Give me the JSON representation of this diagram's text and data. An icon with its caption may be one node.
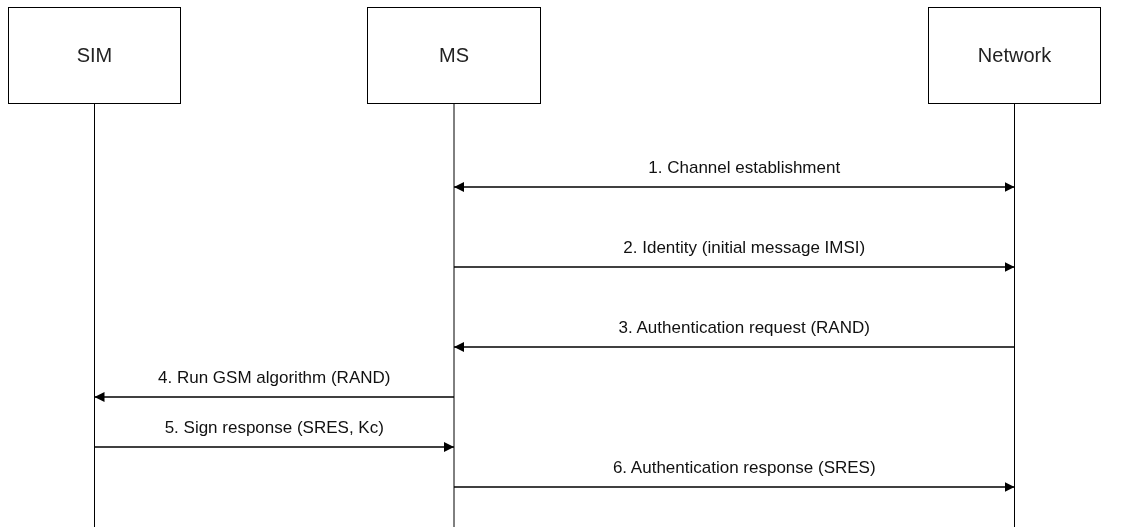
{
  "diagram": {
    "nodes": [
      {
        "text": [
          "SIM"
        ]
      },
      {
        "text": [
          "MS"
        ]
      },
      {
        "text": [
          "Network"
        ]
      }
    ],
    "edges": [
      {
        "from": 1,
        "to": 2,
        "arrow": "both",
        "label": "1. Channel establishment"
      },
      {
        "from": 1,
        "to": 2,
        "arrow": "to",
        "label": "2. Identity (initial message IMSI)"
      },
      {
        "from": 2,
        "to": 1,
        "arrow": "to",
        "label": "3. Authentication request (RAND)"
      },
      {
        "from": 1,
        "to": 0,
        "arrow": "to",
        "label": "4. Run GSM algorithm (RAND)"
      },
      {
        "from": 0,
        "to": 1,
        "arrow": "to",
        "label": "5. Sign response (SRES, Kc)"
      },
      {
        "from": 1,
        "to": 2,
        "arrow": "to",
        "label": "6. Authentication response (SRES)"
      }
    ]
  }
}
